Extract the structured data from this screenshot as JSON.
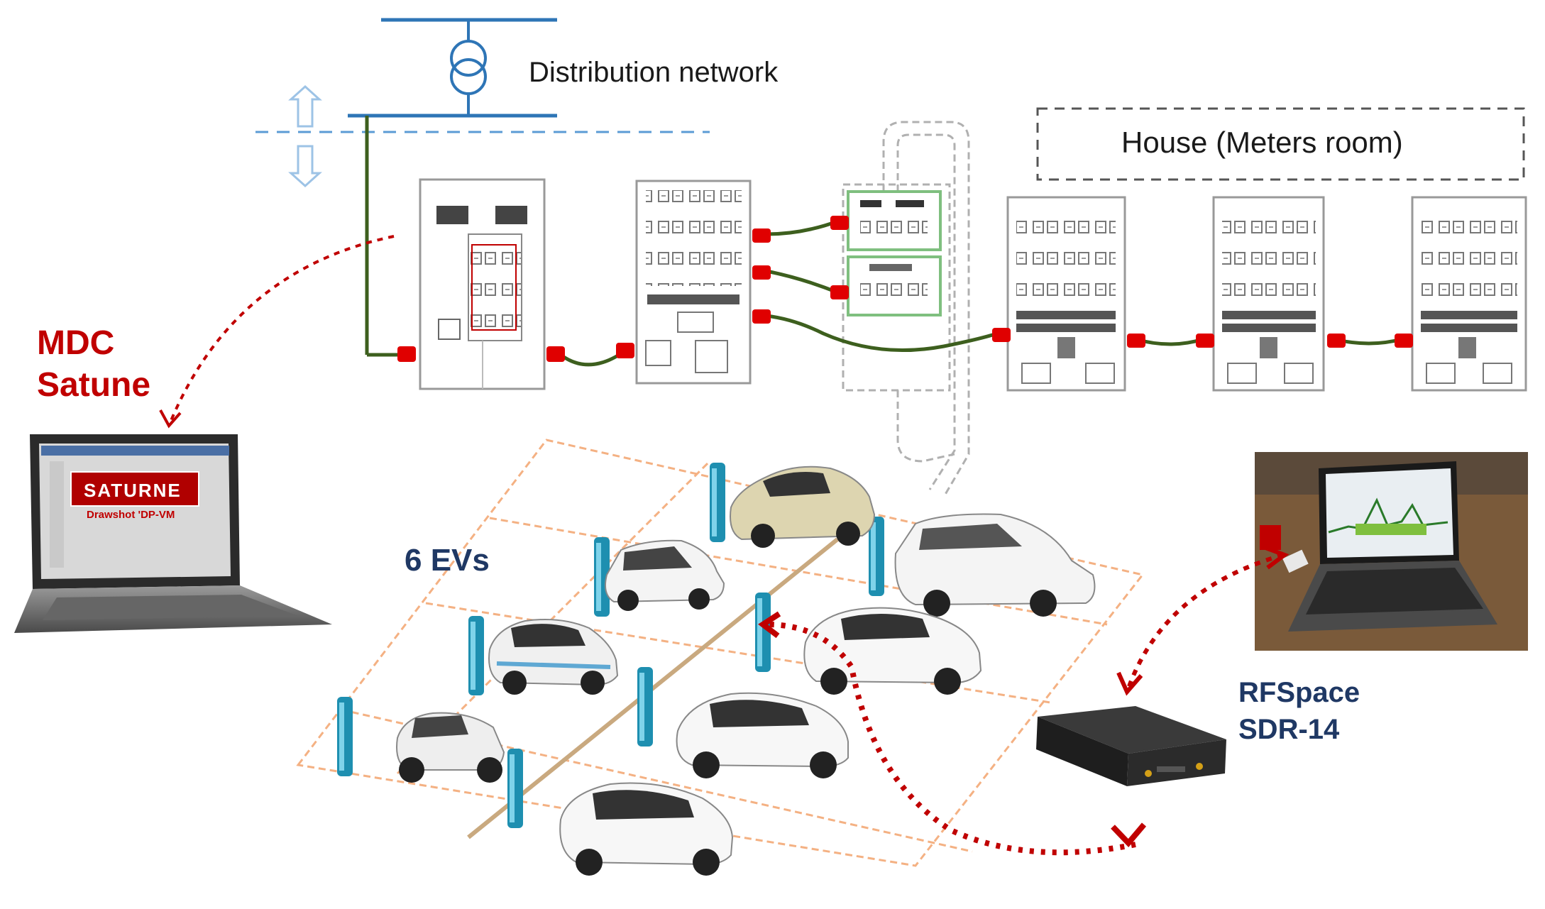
{
  "labels": {
    "distribution_network": "Distribution network",
    "house": "House (Meters room)",
    "mdc_line1": "MDC",
    "mdc_line2": "Satune",
    "evs": "6 EVs",
    "rf_line1": "RFSpace",
    "rf_line2": "SDR-14"
  },
  "laptop_screen": {
    "banner": "SATURNE",
    "caption": "Drawshot 'DP-VM"
  },
  "icons": [
    "transformer-icon",
    "up-down-arrow-icon",
    "laptop-icon",
    "sdr-receiver-icon",
    "charging-station-icon",
    "car-icon",
    "van-icon"
  ],
  "colors": {
    "network_line": "#2e75b6",
    "cable": "#3d5f1e",
    "connector": "#e00000",
    "link_arrow": "#c00000",
    "mdc_text": "#c00000",
    "label_blue": "#1f3864",
    "charger": "#1e8fb0"
  }
}
